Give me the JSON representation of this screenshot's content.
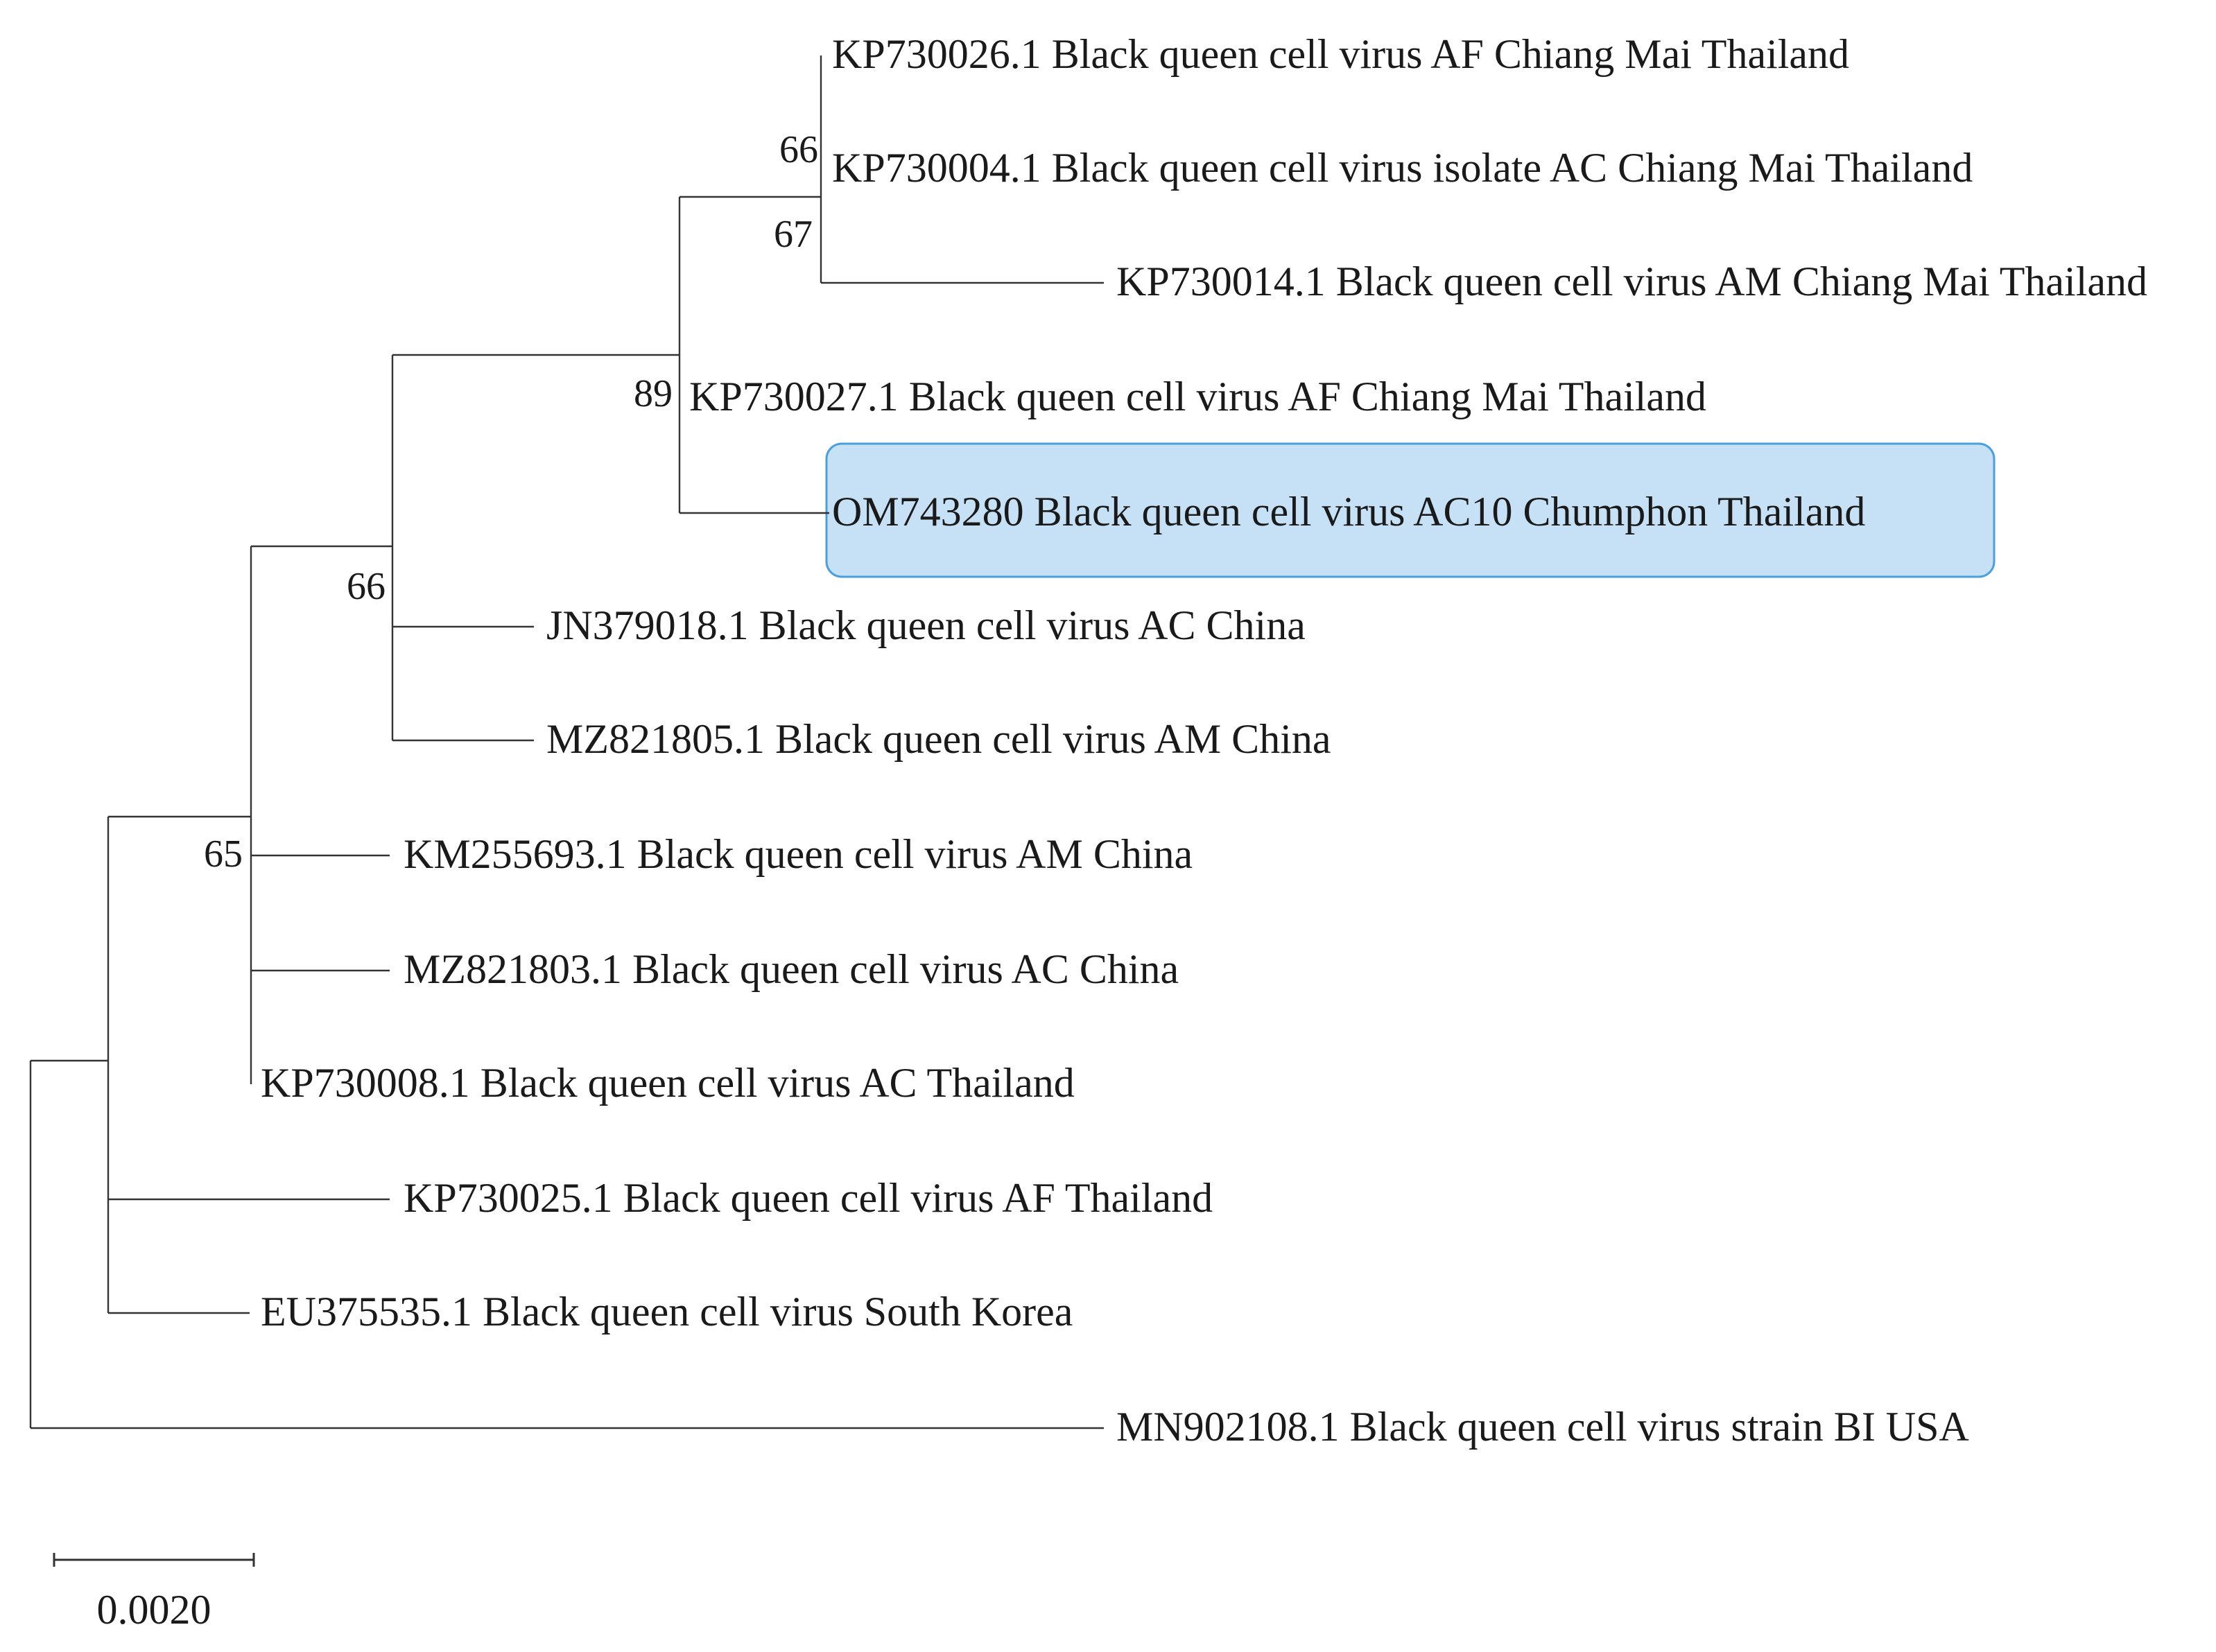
{
  "tree": {
    "highlight_color": "#c6e1f6",
    "highlight_border": "#4a9fe0",
    "line_color": "#333333",
    "leaves": [
      {
        "id": "kp730026",
        "label": "KP730026.1 Black queen cell virus AF Chiang Mai Thailand"
      },
      {
        "id": "kp730004",
        "label": "KP730004.1 Black queen cell virus isolate AC Chiang Mai Thailand"
      },
      {
        "id": "kp730014",
        "label": "KP730014.1 Black queen cell virus AM Chiang Mai Thailand"
      },
      {
        "id": "kp730027",
        "label": "KP730027.1 Black queen cell virus AF Chiang Mai Thailand"
      },
      {
        "id": "om743280",
        "label": "OM743280 Black queen cell virus AC10 Chumphon Thailand",
        "highlighted": true
      },
      {
        "id": "jn379018",
        "label": "JN379018.1 Black queen cell virus AC China"
      },
      {
        "id": "mz821805",
        "label": "MZ821805.1 Black queen cell virus AM China"
      },
      {
        "id": "km255693",
        "label": "KM255693.1 Black queen cell virus AM China"
      },
      {
        "id": "mz821803",
        "label": "MZ821803.1 Black queen cell virus AC China"
      },
      {
        "id": "kp730008",
        "label": "KP730008.1 Black queen cell virus AC Thailand"
      },
      {
        "id": "kp730025",
        "label": "KP730025.1 Black queen cell virus AF Thailand"
      },
      {
        "id": "eu375535",
        "label": "EU375535.1 Black queen cell virus South Korea"
      },
      {
        "id": "mn902108",
        "label": "MN902108.1 Black queen cell virus strain BI USA"
      }
    ],
    "support_values": {
      "node_kp730026_kp730004": "66",
      "node_chiang_mai_subclade": "67",
      "node_thailand_clade": "89",
      "node_thailand_china_clade": "66",
      "node_asia_clade": "65"
    },
    "scale_bar": {
      "label": "0.0020"
    }
  }
}
